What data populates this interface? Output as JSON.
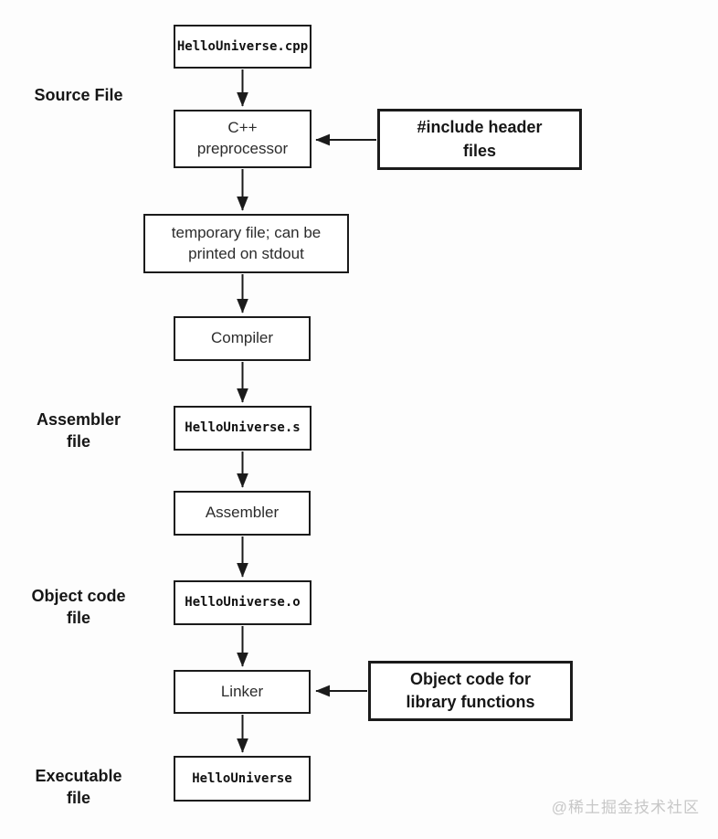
{
  "diagram": {
    "nodes": [
      {
        "id": "source-file",
        "label": "HelloUniverse.cpp",
        "font": "mono"
      },
      {
        "id": "preprocessor",
        "label": "C++\npreprocessor",
        "font": "sans"
      },
      {
        "id": "temp-file",
        "label": "temporary file; can be\nprinted on stdout",
        "font": "sans"
      },
      {
        "id": "compiler",
        "label": "Compiler",
        "font": "sans"
      },
      {
        "id": "assembler-file",
        "label": "HelloUniverse.s",
        "font": "mono"
      },
      {
        "id": "assembler",
        "label": "Assembler",
        "font": "sans"
      },
      {
        "id": "object-file",
        "label": "HelloUniverse.o",
        "font": "mono"
      },
      {
        "id": "linker",
        "label": "Linker",
        "font": "sans"
      },
      {
        "id": "executable-file",
        "label": "HelloUniverse",
        "font": "mono"
      }
    ],
    "side_inputs": [
      {
        "id": "include-headers",
        "label": "#include header\nfiles",
        "target": "preprocessor"
      },
      {
        "id": "library-objects",
        "label": "Object code for\nlibrary functions",
        "target": "linker"
      }
    ],
    "stage_labels": [
      {
        "id": "stage-source",
        "label": "Source File"
      },
      {
        "id": "stage-assembler",
        "label": "Assembler\nfile"
      },
      {
        "id": "stage-object",
        "label": "Object code\nfile"
      },
      {
        "id": "stage-executable",
        "label": "Executable\nfile"
      }
    ],
    "colors": {
      "line": "#1b1b1b",
      "box_background": "#ffffff",
      "page_background": "#fdfdfd",
      "watermark": "#c7c7c7"
    },
    "watermark": "@稀土掘金技术社区"
  }
}
